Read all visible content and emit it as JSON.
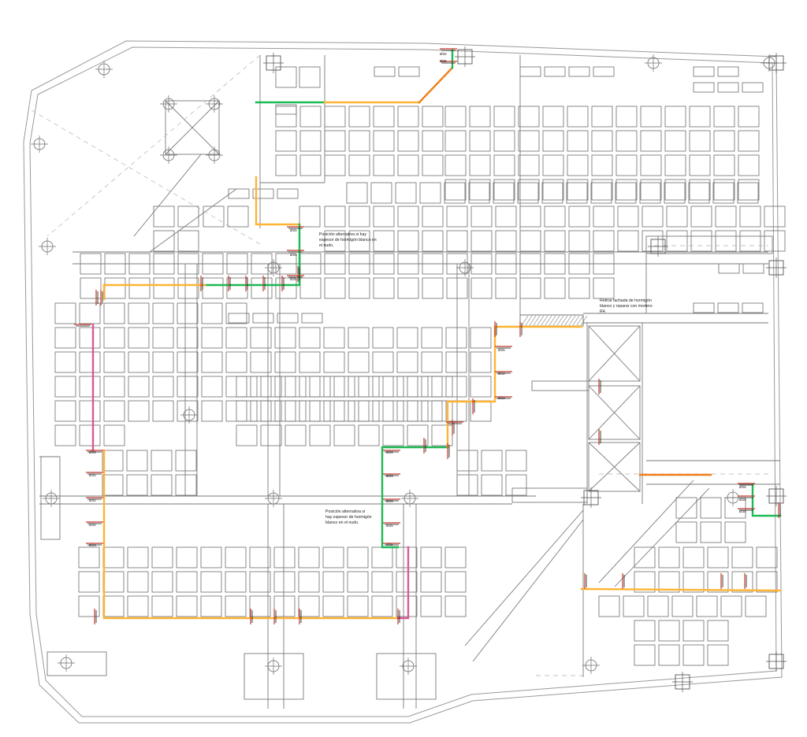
{
  "colors": {
    "background": "#ffffff",
    "structure": "#888888",
    "green": "#1db954",
    "yellow": "#ffb433",
    "orange": "#f07f1a",
    "pink": "#d9589a",
    "rebar_red": "#c0392b",
    "marker_black": "#111111"
  },
  "notes": {
    "note1": [
      "Posición alternativa si hay",
      "espesor de hormigón blanco en",
      "el nudo."
    ],
    "note2": [
      "Posición alternativa si",
      "hay espesor de hormigón",
      "blanco en el nudo."
    ],
    "note3": [
      "Retirar fachada de hormigón",
      "blanco y reparar con mortero",
      "R4."
    ]
  },
  "tags": {
    "t25": "Ø25",
    "t16": "Ø16",
    "t12": "Ø12"
  }
}
